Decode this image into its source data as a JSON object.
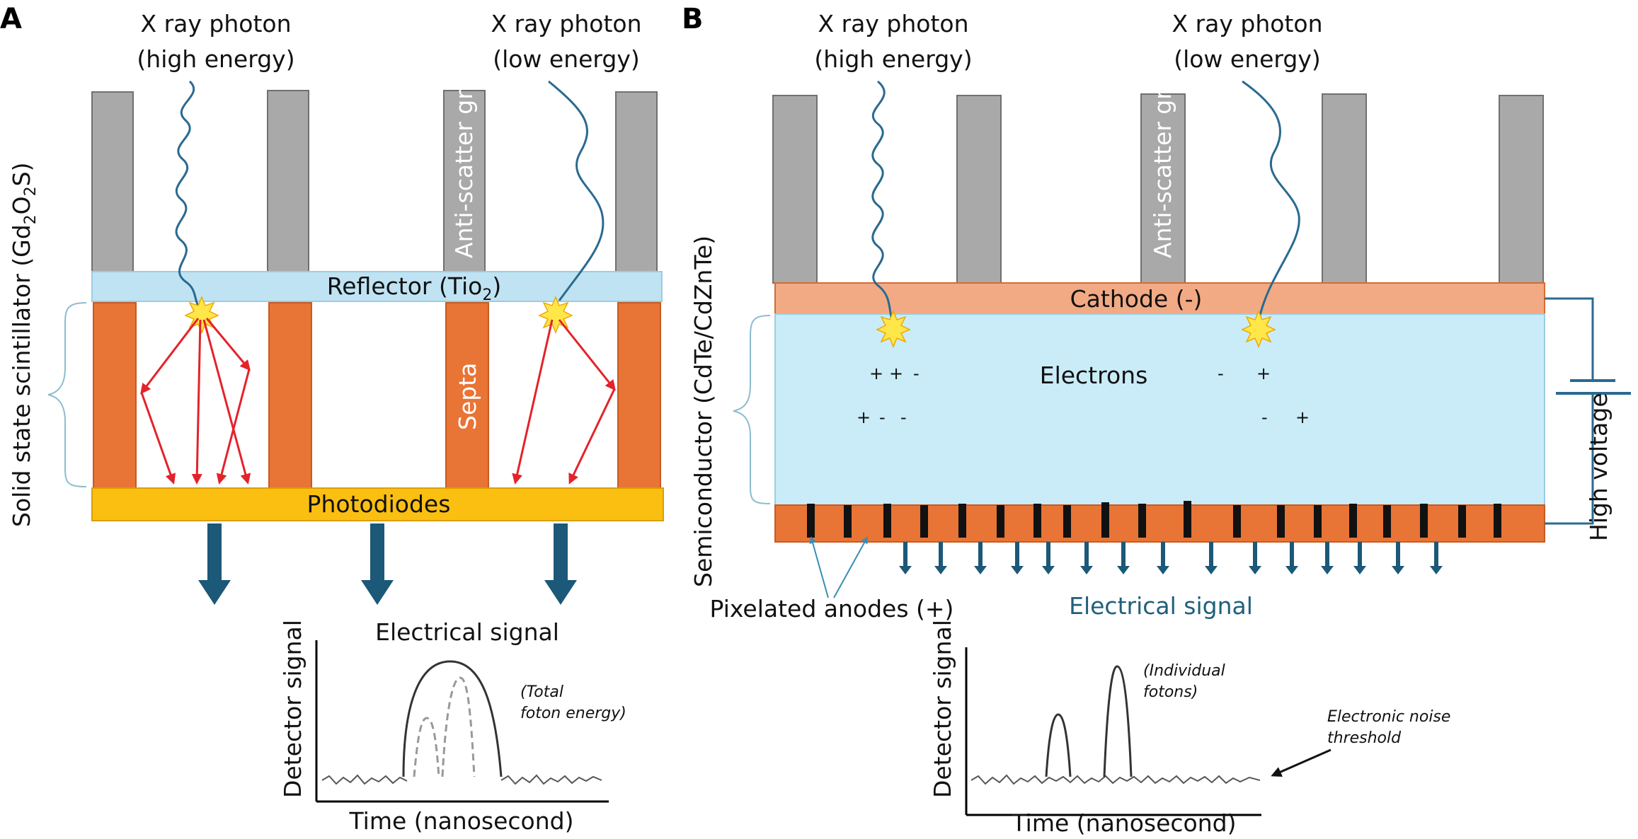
{
  "colors": {
    "grid": "#a9a9a9",
    "reflector": "#bfe3f2",
    "septa": "#e87436",
    "photodiode": "#fbbf12",
    "cathode": "#f2aa84",
    "semiconductor": "#c9ecf8",
    "anode_strip": "#e87436",
    "photon_wave": "#2a6a90",
    "signal_arrow": "#1c5878",
    "light_ray": "#e4222a",
    "flash": "#ffe74a"
  },
  "panel_a": {
    "letter": "A",
    "photon_high_line1": "X ray photon",
    "photon_high_line2": "(high energy)",
    "photon_low_line1": "X ray photon",
    "photon_low_line2": "(low energy)",
    "grid_label": "Anti-scatter grid",
    "reflector_label": "Reflector (Tio",
    "reflector_sub": "2",
    "reflector_close": ")",
    "septa_label": "Septa",
    "photodiodes_label": "Photodiodes",
    "side_label_prefix": "Solid state scintillator (Gd",
    "side_sub1": "2",
    "side_mid": "O",
    "side_sub2": "2",
    "side_suffix": "S)",
    "signal_label": "Electrical signal",
    "graph_ylabel": "Detector signal",
    "graph_xlabel": "Time (nanosecond)",
    "graph_note_line1": "(Total",
    "graph_note_line2": "foton energy)"
  },
  "panel_b": {
    "letter": "B",
    "photon_high_line1": "X ray photon",
    "photon_high_line2": "(high energy)",
    "photon_low_line1": "X ray photon",
    "photon_low_line2": "(low energy)",
    "grid_label": "Anti-scatter grid",
    "cathode_label": "Cathode (-)",
    "electrons_label": "Electrons",
    "side_label": "Semiconductor (CdTe/CdZnTe)",
    "voltage_label": "High voltage",
    "anodes_label": "Pixelated anodes (+)",
    "signal_label": "Electrical signal",
    "graph_ylabel": "Detector signal",
    "graph_xlabel": "Time (nanosecond)",
    "graph_note_line1": "(Individual",
    "graph_note_line2": "fotons)",
    "noise_line1": "Electronic noise",
    "noise_line2": "threshold",
    "charges_left_row1": [
      "+",
      "+",
      "-"
    ],
    "charges_left_row2": [
      "+",
      "-",
      "-"
    ],
    "charges_right_row1": [
      "-",
      "+"
    ],
    "charges_right_row2": [
      "-",
      "+"
    ]
  }
}
